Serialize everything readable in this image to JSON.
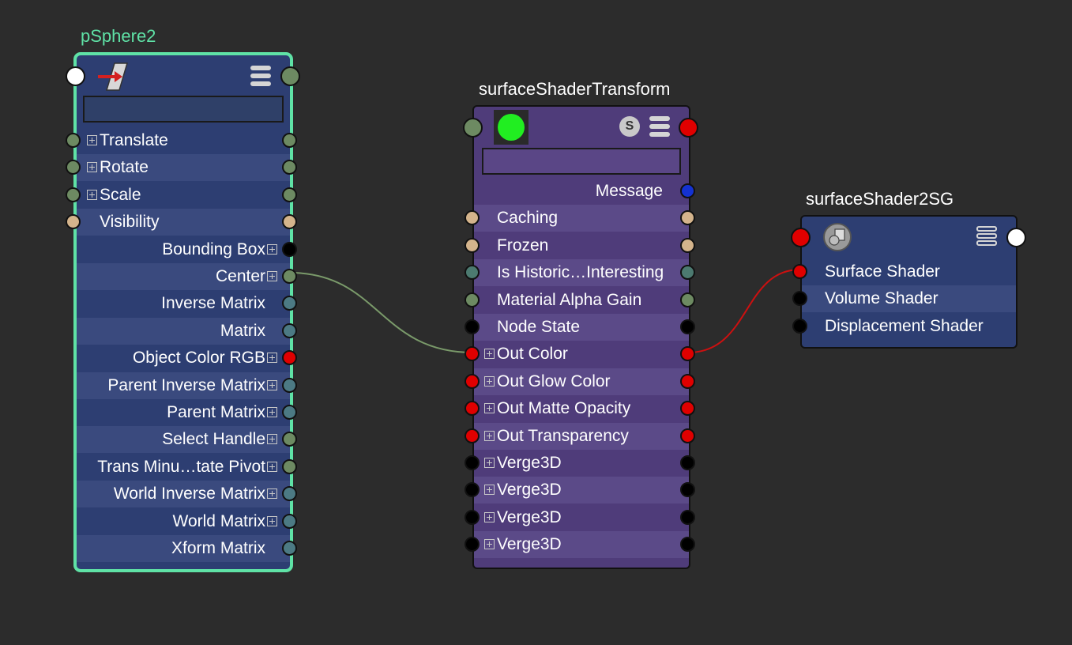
{
  "nodes": {
    "psphere": {
      "title": "pSphere2",
      "icon": "transform-arrow-icon",
      "rows": [
        {
          "label": "Translate",
          "side": "left",
          "expand": true,
          "in": "#6d8a62",
          "out": "#6d8a62"
        },
        {
          "label": "Rotate",
          "side": "left",
          "expand": true,
          "in": "#6d8a62",
          "out": "#6d8a62"
        },
        {
          "label": "Scale",
          "side": "left",
          "expand": true,
          "in": "#6d8a62",
          "out": "#6d8a62"
        },
        {
          "label": "Visibility",
          "side": "left",
          "expand": false,
          "in": "#d4b48c",
          "out": "#d4b48c"
        },
        {
          "label": "Bounding Box",
          "side": "right",
          "expand": true,
          "in": null,
          "out": "#000000"
        },
        {
          "label": "Center",
          "side": "right",
          "expand": true,
          "in": null,
          "out": "#6d8a62"
        },
        {
          "label": "Inverse Matrix",
          "side": "right",
          "expand": false,
          "in": null,
          "out": "#4c7a84"
        },
        {
          "label": "Matrix",
          "side": "right",
          "expand": false,
          "in": null,
          "out": "#4c7a84"
        },
        {
          "label": "Object Color RGB",
          "side": "right",
          "expand": true,
          "in": null,
          "out": "#e00000"
        },
        {
          "label": "Parent Inverse Matrix",
          "side": "right",
          "expand": true,
          "in": null,
          "out": "#4c7a84"
        },
        {
          "label": "Parent Matrix",
          "side": "right",
          "expand": true,
          "in": null,
          "out": "#4c7a84"
        },
        {
          "label": "Select Handle",
          "side": "right",
          "expand": true,
          "in": null,
          "out": "#6d8a62"
        },
        {
          "label": "Trans Minu…tate Pivot",
          "side": "right",
          "expand": true,
          "in": null,
          "out": "#6d8a62"
        },
        {
          "label": "World Inverse Matrix",
          "side": "right",
          "expand": true,
          "in": null,
          "out": "#4c7a84"
        },
        {
          "label": "World Matrix",
          "side": "right",
          "expand": true,
          "in": null,
          "out": "#4c7a84"
        },
        {
          "label": "Xform Matrix",
          "side": "right",
          "expand": false,
          "in": null,
          "out": "#4c7a84"
        }
      ]
    },
    "shader": {
      "title": "surfaceShaderTransform",
      "swatch_color": "#21ee21",
      "rows": [
        {
          "label": "Message",
          "side": "right",
          "expand": false,
          "in": null,
          "out": "#1432d2"
        },
        {
          "label": "Caching",
          "side": "left",
          "expand": false,
          "in": "#d4b48c",
          "out": "#d4b48c"
        },
        {
          "label": "Frozen",
          "side": "left",
          "expand": false,
          "in": "#d4b48c",
          "out": "#d4b48c"
        },
        {
          "label": "Is Historic…Interesting",
          "side": "left",
          "expand": false,
          "in": "#4c7a70",
          "out": "#4c7a70"
        },
        {
          "label": "Material Alpha Gain",
          "side": "left",
          "expand": false,
          "in": "#6d8a62",
          "out": "#6d8a62"
        },
        {
          "label": "Node State",
          "side": "left",
          "expand": false,
          "in": "#000000",
          "out": "#000000"
        },
        {
          "label": "Out Color",
          "side": "left",
          "expand": true,
          "in": "#e00000",
          "out": "#e00000"
        },
        {
          "label": "Out Glow Color",
          "side": "left",
          "expand": true,
          "in": "#e00000",
          "out": "#e00000"
        },
        {
          "label": "Out Matte Opacity",
          "side": "left",
          "expand": true,
          "in": "#e00000",
          "out": "#e00000"
        },
        {
          "label": "Out Transparency",
          "side": "left",
          "expand": true,
          "in": "#e00000",
          "out": "#e00000"
        },
        {
          "label": "Verge3D",
          "side": "left",
          "expand": true,
          "in": "#000000",
          "out": "#000000"
        },
        {
          "label": "Verge3D",
          "side": "left",
          "expand": true,
          "in": "#000000",
          "out": "#000000"
        },
        {
          "label": "Verge3D",
          "side": "left",
          "expand": true,
          "in": "#000000",
          "out": "#000000"
        },
        {
          "label": "Verge3D",
          "side": "left",
          "expand": true,
          "in": "#000000",
          "out": "#000000"
        }
      ]
    },
    "sg": {
      "title": "surfaceShader2SG",
      "rows": [
        {
          "label": "Surface Shader",
          "side": "left",
          "expand": false,
          "in": "#e00000",
          "out": null
        },
        {
          "label": "Volume Shader",
          "side": "left",
          "expand": false,
          "in": "#000000",
          "out": null
        },
        {
          "label": "Displacement Shader",
          "side": "left",
          "expand": false,
          "in": "#000000",
          "out": null
        }
      ]
    }
  },
  "connections": [
    {
      "from": "pSphere2.Center",
      "to": "surfaceShaderTransform.Out Color",
      "color": "#7a9a6a"
    },
    {
      "from": "surfaceShaderTransform.Out Color",
      "to": "surfaceShader2SG.Surface Shader",
      "color": "#cc1010"
    }
  ],
  "colors": {
    "background": "#2c2c2c",
    "selected_border": "#5fe2a6",
    "transform_node": "#2d3e72",
    "shader_node": "#4f3c7a"
  }
}
